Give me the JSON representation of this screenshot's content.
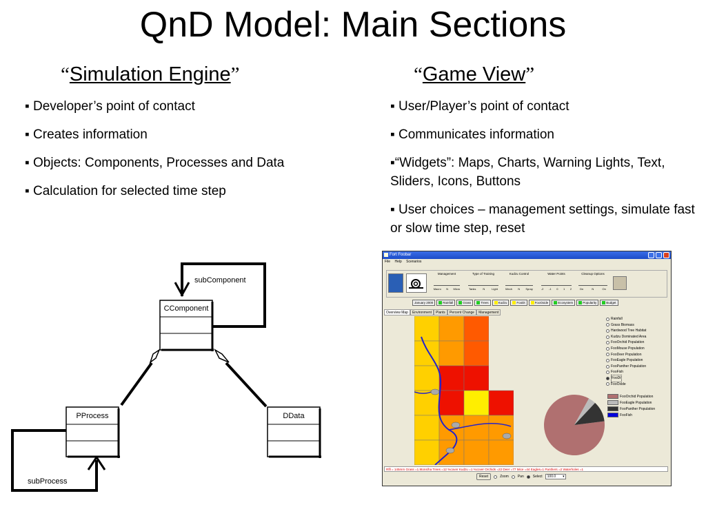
{
  "slide_title": "QnD Model: Main Sections",
  "left": {
    "heading_open": "“",
    "heading": "Simulation Engine",
    "heading_close": "”",
    "bullets": [
      "▪ Developer’s point of contact",
      "▪ Creates information",
      "▪ Objects: Components, Processes and Data",
      "▪ Calculation for selected time step"
    ]
  },
  "right": {
    "heading_open": "“",
    "heading": "Game View",
    "heading_close": "”",
    "bullets": [
      "▪ User/Player’s point of contact",
      "▪ Communicates information",
      "▪“Widgets”: Maps, Charts, Warning Lights, Text, Sliders, Icons, Buttons",
      "▪ User choices – management settings, simulate fast or slow time step, reset"
    ]
  },
  "uml": {
    "component": "CComponent",
    "process": "PProcess",
    "data": "DData",
    "sub_component": "subComponent",
    "sub_process": "subProcess"
  },
  "window": {
    "title": "Fort Foobar",
    "menu": [
      "File",
      "Help",
      "Scenarios"
    ],
    "groups": [
      {
        "title": "Management",
        "labels": [
          "Macro",
          "N",
          "Micro"
        ]
      },
      {
        "title": "Type of Training",
        "labels": [
          "Tanks",
          "N",
          "Light"
        ]
      },
      {
        "title": "Kudzu Control",
        "labels": [
          "Mech",
          "N",
          "Spray"
        ]
      },
      {
        "title": "Water Points",
        "labels": [
          "-2",
          "-1",
          "0",
          "1",
          "2"
        ]
      },
      {
        "title": "Cleanup Options",
        "labels": [
          "Dn",
          "N",
          "On"
        ]
      }
    ],
    "date": "January 2000",
    "legend": [
      {
        "label": "Rainfall",
        "color": "#22cc22"
      },
      {
        "label": "Grass",
        "color": "#22cc22"
      },
      {
        "label": "Trees",
        "color": "#22cc22"
      },
      {
        "label": "Kudzu",
        "color": "#ffee00"
      },
      {
        "label": "FooDt",
        "color": "#ffee00"
      },
      {
        "label": "FooOxide",
        "color": "#ffee00"
      },
      {
        "label": "Ecosystem",
        "color": "#22cc22"
      },
      {
        "label": "Popularity",
        "color": "#22cc22"
      },
      {
        "label": "Budget",
        "color": "#22cc22"
      }
    ],
    "tabs": [
      "Overview Map",
      "Environment",
      "Plants",
      "Percent Change",
      "Management"
    ],
    "layers": [
      "Rainfall",
      "Grass Biomass",
      "Hardwood Tree Habitat",
      "Kudzu Dominated Area",
      "FooOrchid Population",
      "FooMouse Population",
      "FooDeer Population",
      "FooEagle Population",
      "FooPanther Population",
      "FooFish",
      "FooDt",
      "FooOxide"
    ],
    "selected_layer": "FooDt",
    "pie_legend": [
      {
        "label": "FooOrchid Population",
        "color": "#b07070"
      },
      {
        "label": "FooEagle Population",
        "color": "#bbbbbb"
      },
      {
        "label": "FooPanther Population",
        "color": "#333333"
      },
      {
        "label": "FooFish",
        "color": "#0000dd"
      }
    ],
    "pie_values": [
      0.85,
      0.04,
      0.11,
      0.0
    ],
    "status": "Rfll = 145mm   Grass =1.9tons/ha   Trees =12 %cover   Kudzu =1 %cover   Orchids =22   Deer =77   Mice =44   Eagles=1   Panthers =2   Waterholes =1",
    "reset_label": "Reset",
    "zoom_label": "Zoom",
    "pan_label": "Pan",
    "select_label": "Select",
    "zoom_value": "100.0",
    "map_cells": [
      [
        "#ffd000",
        "#ff9a00",
        "#ff5a00",
        null
      ],
      [
        "#ffd000",
        "#ff9a00",
        "#ff5a00",
        null
      ],
      [
        "#ffd000",
        "#ee1100",
        "#ee1100",
        null
      ],
      [
        "#ffd000",
        "#ee1100",
        "#ffee00",
        "#ee1100"
      ],
      [
        "#ffd000",
        "#ff9a00",
        "#ff9a00",
        "#ff9a00"
      ],
      [
        "#ffd000",
        "#ff9a00",
        "#ff9a00",
        "#ff9a00"
      ]
    ]
  }
}
